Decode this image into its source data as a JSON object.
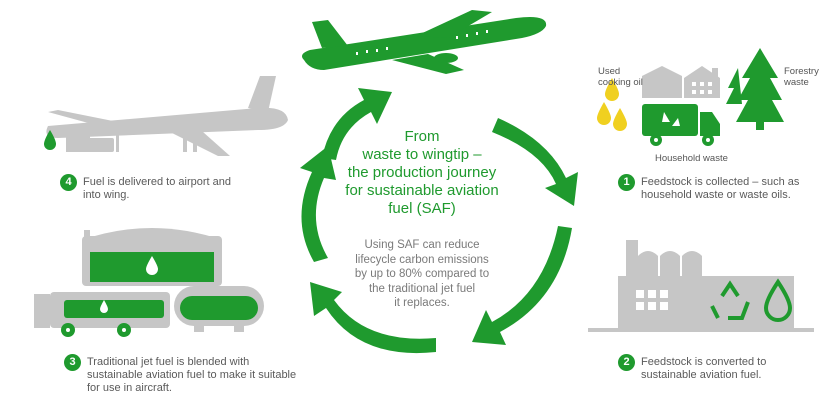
{
  "center": {
    "title": "From\nwaste to wingtip –\nthe production journey\nfor sustainable aviation\nfuel (SAF)",
    "body": "Using SAF can reduce\nlifecycle carbon emissions\nby up to 80% compared to\nthe traditional jet fuel\nit replaces."
  },
  "labels": {
    "used_cooking_oil": "Used\ncooking oil",
    "forestry_waste": "Forestry\nwaste",
    "household_waste": "Household waste"
  },
  "steps": [
    {
      "number": "1",
      "text": "Feedstock is collected – such as household waste or waste oils."
    },
    {
      "number": "2",
      "text": "Feedstock is converted to sustainable aviation fuel."
    },
    {
      "number": "3",
      "text": "Traditional jet fuel is blended with sustainable aviation fuel to make it suitable for use in aircraft."
    },
    {
      "number": "4",
      "text": "Fuel is delivered to airport and into wing."
    }
  ],
  "colors": {
    "green": "#1f9a2e",
    "grey": "#c6c6c6",
    "dark_grey": "#a9a9a9",
    "text": "#5a5a5a"
  }
}
